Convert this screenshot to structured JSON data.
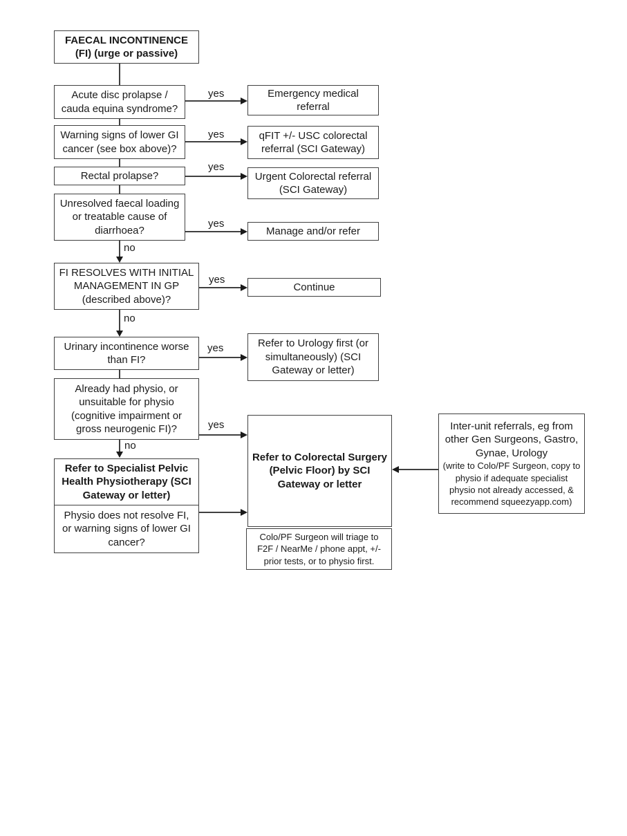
{
  "connector_labels": {
    "yes": "yes",
    "no": "no"
  },
  "boxes": {
    "title": "FAECAL INCONTINENCE (FI) (urge or passive)",
    "acute_disc": "Acute disc prolapse / cauda equina syndrome?",
    "warning_gi": "Warning signs of lower GI cancer (see box above)?",
    "rectal_prolapse": "Rectal prolapse?",
    "faecal_loading": "Unresolved faecal loading or treatable cause of diarrhoea?",
    "fi_resolves": "FI RESOLVES WITH INITIAL MANAGEMENT IN GP (described above)?",
    "urinary_worse": "Urinary incontinence worse than FI?",
    "already_physio": "Already had physio, or unsuitable for physio (cognitive impairment or gross neurogenic FI)?",
    "refer_physiotherapy": "Refer to Specialist Pelvic Health Physiotherapy (SCI Gateway or letter)",
    "physio_not_resolve": "Physio does not resolve FI, or warning signs of lower GI cancer?",
    "emergency_referral": "Emergency medical referral",
    "qfit_referral": "qFIT +/- USC colorectal referral (SCI Gateway)",
    "urgent_colorectal": "Urgent Colorectal referral (SCI Gateway)",
    "manage_refer": "Manage and/or refer",
    "continue": "Continue",
    "refer_urology": "Refer to Urology first (or simultaneously) (SCI Gateway or letter)",
    "refer_colorectal_surgery": "Refer to Colorectal Surgery (Pelvic Floor) by SCI Gateway or letter",
    "surgeon_triage": "Colo/PF Surgeon will triage to F2F / NearMe / phone appt, +/- prior tests, or to physio first.",
    "interunit_main": "Inter-unit referrals, eg from other Gen Surgeons, Gastro, Gynae, Urology",
    "interunit_note": "(write to Colo/PF Surgeon, copy to physio if adequate specialist physio not already accessed, & recommend squeezyapp.com)"
  },
  "colors": {
    "box_border": "#404040",
    "connector_line": "#404040",
    "arrowhead": "#1a1a1a",
    "text": "#1a1a1a",
    "background": "#ffffff"
  }
}
